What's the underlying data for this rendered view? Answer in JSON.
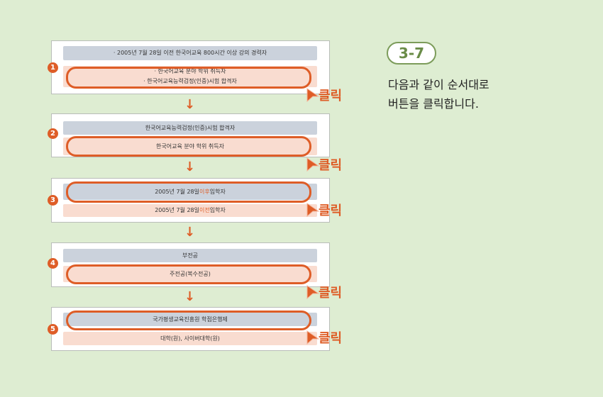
{
  "badge": "3-7",
  "instructions": [
    "다음과 같이 순서대로",
    "버튼을 클릭합니다."
  ],
  "click_label": "클릭",
  "steps": [
    {
      "number": "1",
      "top": [
        "· 2005년 7월 28일 이전 한국어교육 800시간 이상 강의 경력자"
      ],
      "bottom": [
        "· 한국어교육 분야 학위 취득자",
        "· 한국어교육능력검정(인증)시험 합격자"
      ],
      "selected": "bottom"
    },
    {
      "number": "2",
      "top": [
        "한국어교육능력검정(인증)시험 합격자"
      ],
      "bottom": [
        "한국어교육 분야 학위 취득자"
      ],
      "selected": "bottom"
    },
    {
      "number": "3",
      "top_parts": [
        "2005년 7월 28일 ",
        "이후",
        " 입학자"
      ],
      "bottom_parts": [
        "2005년 7월 28일 ",
        "이전",
        " 입학자"
      ],
      "selected": "top"
    },
    {
      "number": "4",
      "top": [
        "부전공"
      ],
      "bottom": [
        "주전공(복수전공)"
      ],
      "selected": "bottom"
    },
    {
      "number": "5",
      "top": [
        "국가평생교육진흥원 학점은행제"
      ],
      "bottom": [
        "대학(원), 사이버대학(원)"
      ],
      "selected": "top"
    }
  ],
  "colors": {
    "accent": "#de5d27",
    "background": "#deedd2",
    "gray_bar": "#cbd2dc",
    "pink_bar": "#f9dcd0",
    "badge": "#7c9c5a"
  }
}
